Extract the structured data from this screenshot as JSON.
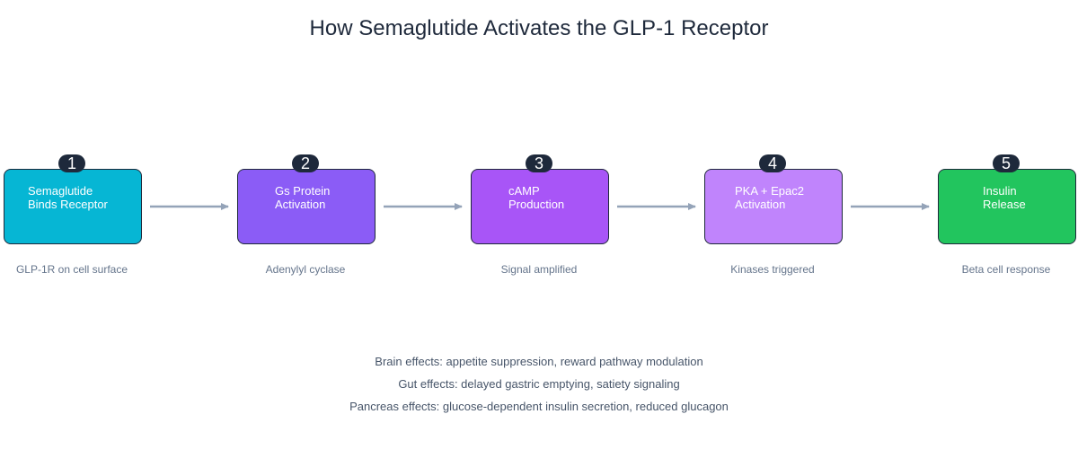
{
  "title": "How Semaglutide Activates the GLP-1 Receptor",
  "steps": [
    {
      "number": "1",
      "label": "Semaglutide\nBinds Receptor",
      "caption": "GLP-1R on cell surface",
      "color": "#06b6d4"
    },
    {
      "number": "2",
      "label": "Gs Protein\nActivation",
      "caption": "Adenylyl cyclase",
      "color": "#8b5cf6"
    },
    {
      "number": "3",
      "label": "cAMP\nProduction",
      "caption": "Signal amplified",
      "color": "#a855f7"
    },
    {
      "number": "4",
      "label": "PKA + Epac2\nActivation",
      "caption": "Kinases triggered",
      "color": "#c084fc"
    },
    {
      "number": "5",
      "label": "Insulin\nRelease",
      "caption": "Beta cell response",
      "color": "#22c55e"
    }
  ],
  "effects": [
    "Brain effects: appetite suppression, reward pathway modulation",
    "Gut effects: delayed gastric emptying, satiety signaling",
    "Pancreas effects: glucose-dependent insulin secretion, reduced glucagon"
  ],
  "colors": {
    "arrow": "#94a3b8",
    "text_dark": "#1e293b",
    "caption": "#64748b",
    "effects": "#475569"
  }
}
